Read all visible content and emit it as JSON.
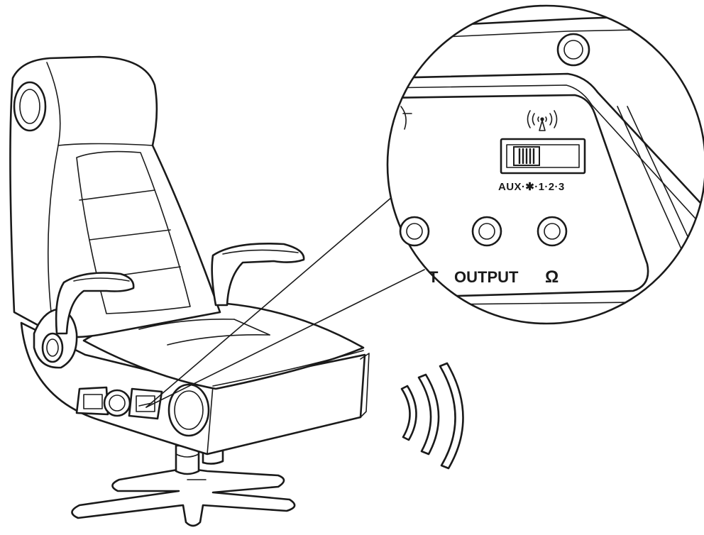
{
  "panel": {
    "output_label": "OUTPUT",
    "partial_label": "T",
    "switch_positions": "AUX·✱·1·2·3",
    "headphone_symbol": "Ω"
  },
  "icons": {
    "wireless": "wireless-signal-icon",
    "headphone": "headphone-icon",
    "bluetooth": "bluetooth-icon"
  },
  "colors": {
    "line": "#1a1a1a",
    "background": "#ffffff"
  }
}
